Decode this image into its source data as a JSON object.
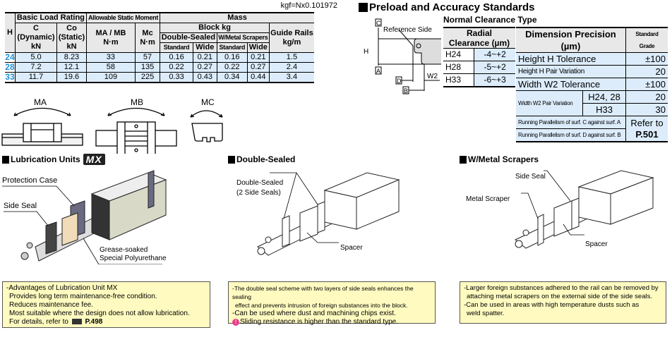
{
  "load_table": {
    "unit_note": "kgf=Nx0.101972",
    "headers": {
      "h": "H",
      "basic_load_rating": "Basic Load Rating",
      "c_dynamic": [
        "C",
        "(Dynamic)",
        "kN"
      ],
      "co_static": [
        "Co",
        "(Static)",
        "kN"
      ],
      "allowable_static_moment": "Allowable Static Moment",
      "ma_mb": [
        "MA / MB",
        "N·m"
      ],
      "mc": [
        "Mc",
        "N·m"
      ],
      "mass": "Mass",
      "block_kg": "Block kg",
      "double_sealed": "Double-Sealed",
      "metal_scrapers": "W/Metal Scrapers",
      "standard": "Standard",
      "wide": "Wide",
      "guide_rails": [
        "Guide Rails",
        "kg/m"
      ]
    },
    "rows": [
      {
        "h": "24",
        "c": "5.0",
        "co": "8.23",
        "ma_mb": "33",
        "mc": "57",
        "ds_std": "0.16",
        "ds_wide": "0.21",
        "ms_std": "0.16",
        "ms_wide": "0.21",
        "rail": "1.5"
      },
      {
        "h": "28",
        "c": "7.2",
        "co": "12.1",
        "ma_mb": "58",
        "mc": "135",
        "ds_std": "0.22",
        "ds_wide": "0.27",
        "ms_std": "0.22",
        "ms_wide": "0.27",
        "rail": "2.4"
      },
      {
        "h": "33",
        "c": "11.7",
        "co": "19.6",
        "ma_mb": "109",
        "mc": "225",
        "ds_std": "0.33",
        "ds_wide": "0.43",
        "ms_std": "0.34",
        "ms_wide": "0.44",
        "rail": "3.4"
      }
    ]
  },
  "moment_diagrams": {
    "ma": "MA",
    "mb": "MB",
    "mc": "MC"
  },
  "preload": {
    "title": "Preload and Accuracy Standards",
    "subtitle": "Normal Clearance Type",
    "diagram_labels": {
      "c": "C",
      "a": "A",
      "d": "D",
      "b": "B",
      "h": "H",
      "w2": "W2",
      "ref": "Reference Side"
    },
    "radial": {
      "header": "Radial Clearance (µm)",
      "rows": [
        {
          "size": "H24",
          "value": "-4~+2"
        },
        {
          "size": "H28",
          "value": "-5~+2"
        },
        {
          "size": "H33",
          "value": "-6~+3"
        }
      ]
    },
    "precision": {
      "header": "Dimension Precision (µm)",
      "grade_header": "Standard Grade",
      "height_tol": {
        "label": "Height H Tolerance",
        "value": "±100"
      },
      "height_pair": {
        "label": "Height H Pair Variation",
        "value": "20"
      },
      "width_tol": {
        "label": "Width W2 Tolerance",
        "value": "±100"
      },
      "width_pair": {
        "label": "Width W2 Pair Variation",
        "rows": [
          {
            "size": "H24, 28",
            "value": "20"
          },
          {
            "size": "H33",
            "value": "30"
          }
        ]
      },
      "run_c": "Running Parallelism of surf. C against surf. A",
      "run_d": "Running Parallelism of surf. D against surf. B",
      "refer": [
        "Refer to",
        "P.501"
      ]
    }
  },
  "lubrication": {
    "title": "Lubrication Units",
    "badge": "MX",
    "labels": {
      "case": "Protection Case",
      "seal": "Side Seal",
      "grease1": "Grease-soaked",
      "grease2": "Special Polyurethane"
    },
    "note": [
      "-Advantages of Lubrication Unit MX",
      " Provides long term maintenance-free condition.",
      " Reduces maintenance fee.",
      " Most suitable where the design does not allow lubrication.",
      " For details, refer to"
    ],
    "page_ref": "P.498"
  },
  "double_sealed": {
    "title": "Double-Sealed",
    "labels": {
      "ds1": "Double-Sealed",
      "ds2": "(2 Side Seals)",
      "spacer": "Spacer"
    },
    "note": [
      "-The double seal scheme with two layers of side seals enhances the sealing",
      "  effect and prevents intrusion of foreign substances into the block.",
      "-Can be used where dust and machining chips exist.",
      "Sliding resistance is higher than the standard type."
    ]
  },
  "metal_scrapers": {
    "title": "W/Metal Scrapers",
    "labels": {
      "seal": "Side Seal",
      "scraper": "Metal Scraper",
      "spacer": "Spacer"
    },
    "note": [
      "-Larger foreign substances adhered to the rail can be removed by",
      "  attaching metal scrapers on the external side of the side seals.",
      "-Can be used in areas with high temperature dusts such as",
      "  weld spatter."
    ]
  }
}
